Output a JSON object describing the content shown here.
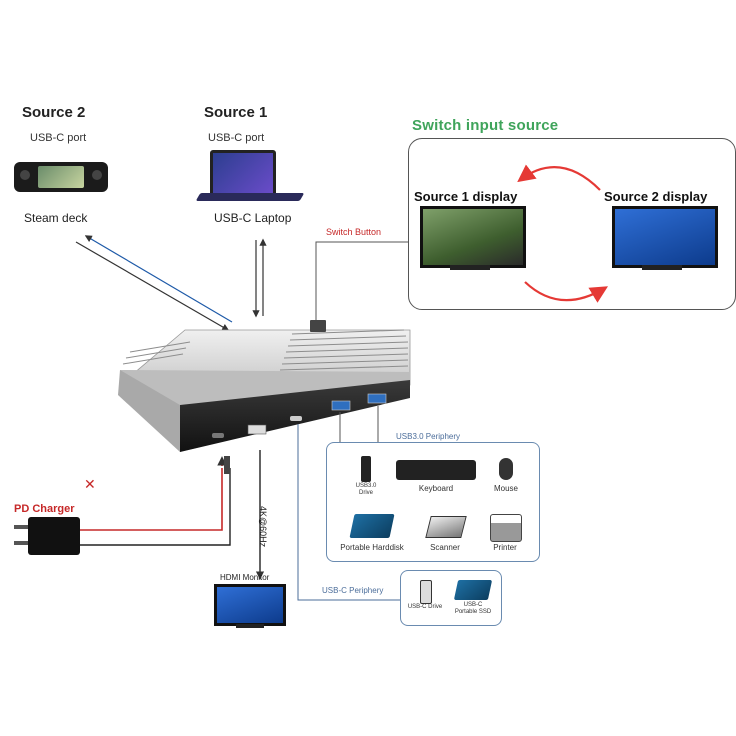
{
  "source2": {
    "title": "Source 2",
    "port": "USB-C port",
    "device": "Steam deck"
  },
  "source1": {
    "title": "Source 1",
    "port": "USB-C port",
    "device": "USB-C Laptop"
  },
  "switch_panel": {
    "title": "Switch input source",
    "display1": "Source 1 display",
    "display2": "Source 2 display"
  },
  "switch_button_label": "Switch Button",
  "usb3_periphery": {
    "title": "USB3.0 Periphery",
    "items": [
      {
        "label": "USB3.0\nDrive",
        "icon": "usb-drive-icon"
      },
      {
        "label": "Keyboard",
        "icon": "keyboard-icon"
      },
      {
        "label": "Mouse",
        "icon": "mouse-icon"
      },
      {
        "label": "Portable Harddisk",
        "icon": "harddisk-icon"
      },
      {
        "label": "Scanner",
        "icon": "scanner-icon"
      },
      {
        "label": "Printer",
        "icon": "printer-icon"
      }
    ]
  },
  "usbc_periphery": {
    "title": "USB-C Periphery",
    "items": [
      {
        "label": "USB-C Drive",
        "icon": "usbc-drive-icon"
      },
      {
        "label": "USB-C\nPortable SSD",
        "icon": "ssd-icon"
      }
    ]
  },
  "pd_charger": {
    "label": "PD Charger",
    "mark": "✕"
  },
  "hdmi": {
    "label": "HDMI Monitor",
    "resolution": "4K@60Hz"
  },
  "colors": {
    "accent_green": "#3fa45b",
    "red": "#c62828",
    "blue_line": "#4b6d9a"
  }
}
